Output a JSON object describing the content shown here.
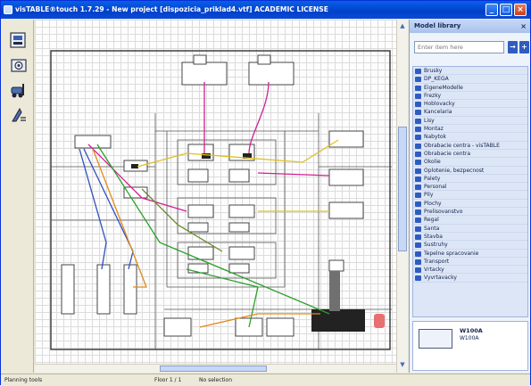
{
  "window": {
    "title": "visTABLE®touch 1.7.29 - New project [dispozicia_priklad4.vtf] ACADEMIC LICENSE",
    "minimize_label": "_",
    "maximize_label": "□",
    "close_label": "×"
  },
  "toolbox": {
    "tools": [
      {
        "icon": "layout-tool-icon"
      },
      {
        "icon": "camera-tool-icon"
      },
      {
        "icon": "forklift-tool-icon"
      },
      {
        "icon": "measure-tool-icon"
      }
    ]
  },
  "library": {
    "title": "Model library",
    "close_label": "×",
    "search_placeholder": "Enter item here",
    "go_label": "→",
    "add_label": "+",
    "items": [
      "Brusky",
      "DP_KEGA",
      "EigeneModelle",
      "Frezky",
      "Hoblovacky",
      "Kancelaria",
      "Lisy",
      "Montaz",
      "Nabytok",
      "Obrabacie centra - visTABLE",
      "Obrabacie centra",
      "Okolie",
      "Oplotenie, bezpecnost",
      "Palety",
      "Personal",
      "Pily",
      "Plochy",
      "Prelisovanstvo",
      "Regal",
      "Santa",
      "Stavba",
      "Sustruhy",
      "Tepelne spracovanie",
      "Transport",
      "Vrtacky",
      "Vyvrtavacky"
    ],
    "preview": {
      "title": "W100A",
      "subtitle": "W100A"
    }
  },
  "status": {
    "mode": "Planning tools",
    "floor": "Floor 1 / 1",
    "selection": "No selection"
  },
  "colors": {
    "accent": "#0a4ad8",
    "connector_green": "#2aa02a",
    "connector_orange": "#e08a1a",
    "connector_magenta": "#d02090",
    "connector_blue": "#3050c0",
    "connector_olive": "#6a8a2a"
  }
}
